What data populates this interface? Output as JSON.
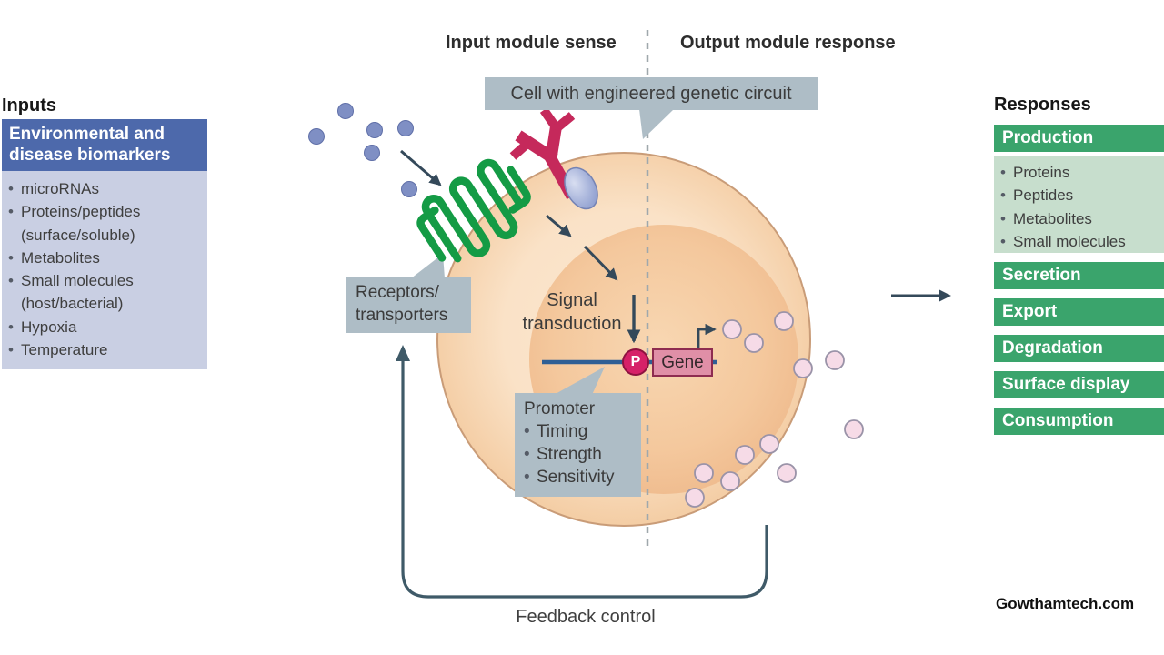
{
  "header": {
    "input_module": "Input module sense",
    "output_module": "Output module response",
    "cell_label": "Cell with engineered genetic circuit"
  },
  "inputs": {
    "title": "Inputs",
    "box_header": "Environmental and disease biomarkers",
    "items": [
      "microRNAs",
      "Proteins/peptides",
      "(surface/soluble)",
      "Metabolites",
      "Small molecules",
      "(host/bacterial)",
      "Hypoxia",
      "Temperature"
    ]
  },
  "cell": {
    "receptors_line1": "Receptors/",
    "receptors_line2": "transporters",
    "signal_label": "Signal transduction",
    "promoter": {
      "title": "Promoter",
      "items": [
        "Timing",
        "Strength",
        "Sensitivity"
      ]
    },
    "p_label": "P",
    "gene_label": "Gene",
    "feedback_label": "Feedback control"
  },
  "responses": {
    "title": "Responses",
    "production": {
      "header": "Production",
      "items": [
        "Proteins",
        "Peptides",
        "Metabolites",
        "Small molecules"
      ]
    },
    "bars": [
      "Secretion",
      "Export",
      "Degradation",
      "Surface display",
      "Consumption"
    ]
  },
  "watermark": "Gowthamtech.com",
  "ui": {
    "bullet": "•"
  },
  "icons": [
    "receptor-icon",
    "antibody-icon",
    "ligand-oval-icon",
    "input-molecule-dot",
    "output-molecule-dot",
    "dna-line",
    "transcription-arrow",
    "signal-arrow",
    "feedback-loop-arrow",
    "divider-dashed-line"
  ],
  "colors": {
    "input_blue": "#4d69ab",
    "input_blue_light": "#c9cfe3",
    "response_green": "#3aa46c",
    "response_green_light": "#c7decd",
    "callout_gray": "#aebdc6",
    "receptor_green": "#149b45",
    "antibody_crimson": "#c5295b",
    "p_circle_pink": "#d62168",
    "gene_box_pink": "#e08fa7",
    "dna_blue": "#2f5f95",
    "arrow_slate": "#34495a",
    "cell_peach": "#f8d8b6",
    "output_dot_pink": "#f6dbe7",
    "input_dot_blue": "#7f8fc4"
  }
}
